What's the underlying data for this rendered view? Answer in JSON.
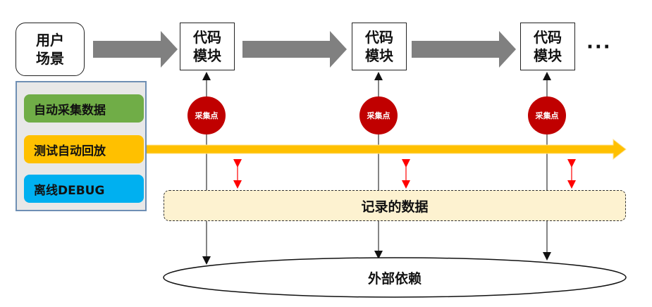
{
  "user_scenario": {
    "line1": "用户",
    "line2": "场景"
  },
  "code_modules": [
    {
      "line1": "代码",
      "line2": "模块"
    },
    {
      "line1": "代码",
      "line2": "模块"
    },
    {
      "line1": "代码",
      "line2": "模块"
    }
  ],
  "ellipsis": "···",
  "panel": {
    "items": [
      {
        "label": "自动采集数据",
        "color": "#70ad47"
      },
      {
        "label": "测试自动回放",
        "color": "#ffc000"
      },
      {
        "label": "离线DEBUG",
        "color": "#00b0f0"
      }
    ],
    "border_color": "#6f8fb4"
  },
  "collection_points": [
    "采集点",
    "采集点",
    "采集点"
  ],
  "recorded_data": {
    "label": "记录的数据"
  },
  "external_dependency": {
    "label": "外部依赖"
  },
  "colors": {
    "flow_arrow": "#808080",
    "replay_arrow": "#ffc000",
    "collection_point": "#c00000",
    "sync_arrow": "#ff0000",
    "record_fill": "#fdf2d0"
  }
}
